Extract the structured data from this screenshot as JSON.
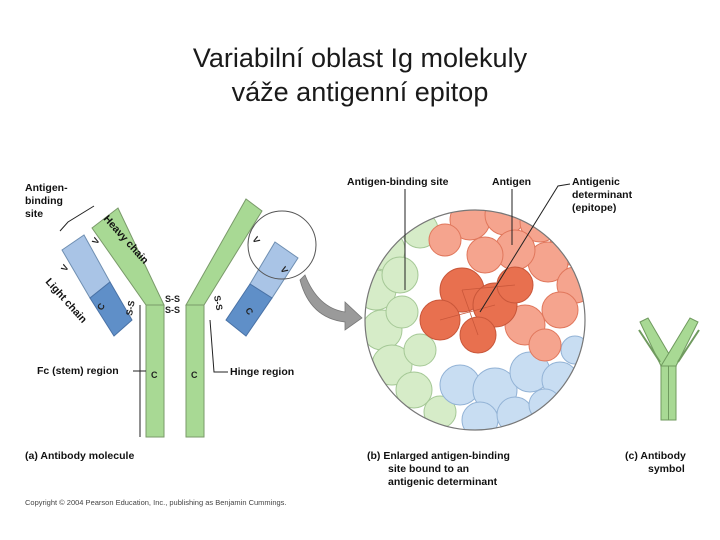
{
  "title": {
    "line1": "Variabilní oblast Ig molekuly",
    "line2": "váže antigenní epitop"
  },
  "diagram": {
    "colors": {
      "heavy_chain": "#a8d994",
      "heavy_outline": "#7a9a6a",
      "light_variable": "#a9c4e6",
      "light_constant": "#5f8fc8",
      "antigen": "#f08a6e",
      "antigen_dark": "#e36b4c",
      "light_sphere": "#c8ddf2",
      "green_sphere": "#d6ecc8"
    },
    "panel_a": {
      "antigen_binding_site": [
        "Antigen-",
        "binding",
        "site"
      ],
      "heavy_chain": "Heavy chain",
      "light_chain": "Light chain",
      "v": "V",
      "c": "C",
      "disulfide": "S-S",
      "fc_region": "Fc (stem) region",
      "hinge_region": "Hinge region",
      "caption": "(a) Antibody molecule"
    },
    "panel_b": {
      "antigen_binding_site": "Antigen-binding site",
      "antigen": "Antigen",
      "antigenic_determinant": [
        "Antigenic",
        "determinant",
        "(epitope)"
      ],
      "caption": [
        "(b) Enlarged antigen-binding",
        "site bound to an",
        "antigenic determinant"
      ]
    },
    "panel_c": {
      "caption": [
        "(c) Antibody",
        "symbol"
      ]
    },
    "copyright": "Copyright © 2004 Pearson Education, Inc., publishing as Benjamin Cummings."
  }
}
